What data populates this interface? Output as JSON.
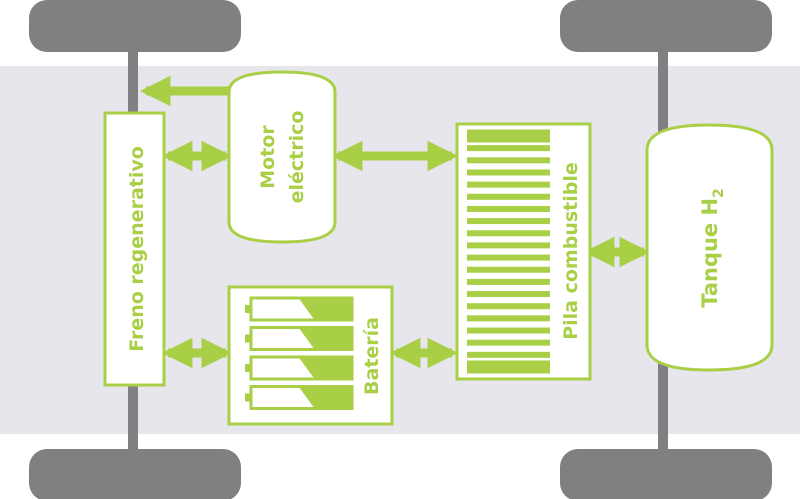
{
  "colors": {
    "accent": "#a9cf46",
    "chassis": "#e6e6ec",
    "wheel": "#808083",
    "axle": "#808083",
    "box_fill": "#ffffff"
  },
  "components": {
    "regenerative_brake": "Freno regenerativo",
    "motor_line1": "Motor",
    "motor_line2": "eléctrico",
    "battery": "Batería",
    "fuel_cell": "Pila combustible",
    "tank_prefix": "Tanque H",
    "tank_subscript": "2"
  },
  "battery": {
    "cell_count": 4,
    "charge_fraction": 0.45
  },
  "fuel_cell": {
    "plate_count": 20
  }
}
